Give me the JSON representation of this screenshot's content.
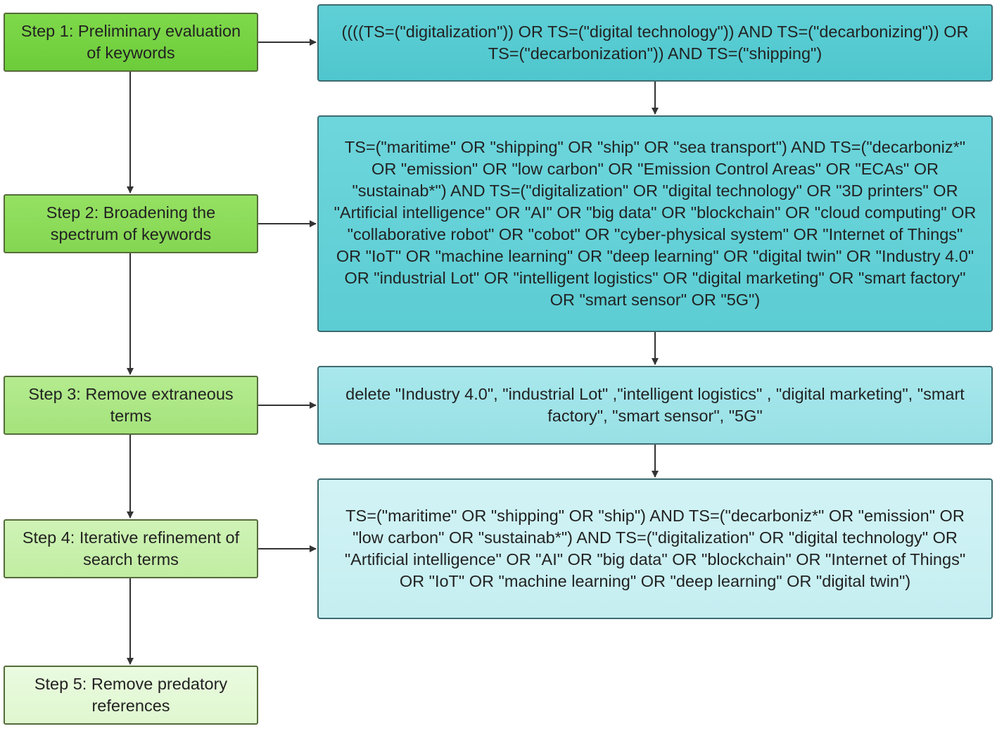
{
  "steps": [
    {
      "label": "Step 1: Preliminary evaluation of keywords"
    },
    {
      "label": "Step 2: Broadening the spectrum of keywords"
    },
    {
      "label": "Step 3: Remove extraneous terms"
    },
    {
      "label": "Step 4: Iterative refinement of search terms"
    },
    {
      "label": "Step 5: Remove predatory references"
    }
  ],
  "queries": [
    {
      "text": "((((TS=(\"digitalization\")) OR TS=(\"digital technology\")) AND TS=(\"decarbonizing\")) OR TS=(\"decarbonization\")) AND TS=(\"shipping\")"
    },
    {
      "text": "TS=(\"maritime\" OR \"shipping\" OR \"ship\" OR \"sea transport\") AND TS=(\"decarboniz*\" OR \"emission\" OR \"low carbon\" OR \"Emission Control Areas\" OR \"ECAs\" OR \"sustainab*\") AND TS=(\"digitalization\" OR \"digital technology\" OR \"3D printers\" OR \"Artificial intelligence\" OR \"AI\" OR \"big data\" OR \"blockchain\" OR \"cloud computing\" OR \"collaborative robot\" OR \"cobot\" OR \"cyber-physical system\" OR \"Internet of Things\" OR \"IoT\" OR \"machine learning\" OR \"deep learning\" OR \"digital twin\" OR \"Industry 4.0\" OR \"industrial Lot\" OR \"intelligent logistics\" OR \"digital marketing\" OR \"smart factory\" OR \"smart sensor\" OR \"5G\")"
    },
    {
      "text": "delete \"Industry 4.0\", \"industrial Lot\" ,\"intelligent logistics\" ,  \"digital marketing\",  \"smart factory\", \"smart sensor\", \"5G\""
    },
    {
      "text": "TS=(\"maritime\" OR \"shipping\" OR \"ship\") AND TS=(\"decarboniz*\" OR \"emission\" OR \"low carbon\" OR \"sustainab*\") AND TS=(\"digitalization\" OR \"digital technology\" OR \"Artificial intelligence\" OR \"AI\" OR \"big data\" OR \"blockchain\" OR \"Internet of Things\" OR \"IoT\" OR \"machine learning\" OR \"deep learning\" OR \"digital twin\")"
    }
  ],
  "colors": {
    "step_1": "#6ccc3a",
    "step_2": "#84d651",
    "step_3": "#a5e37c",
    "step_4": "#c1eda2",
    "step_5": "#dff7cf",
    "query_1": "#4fc6cd",
    "query_2": "#5ccdd3",
    "query_3": "#98e0e5",
    "query_4": "#c5eef1",
    "arrow": "#333333"
  }
}
